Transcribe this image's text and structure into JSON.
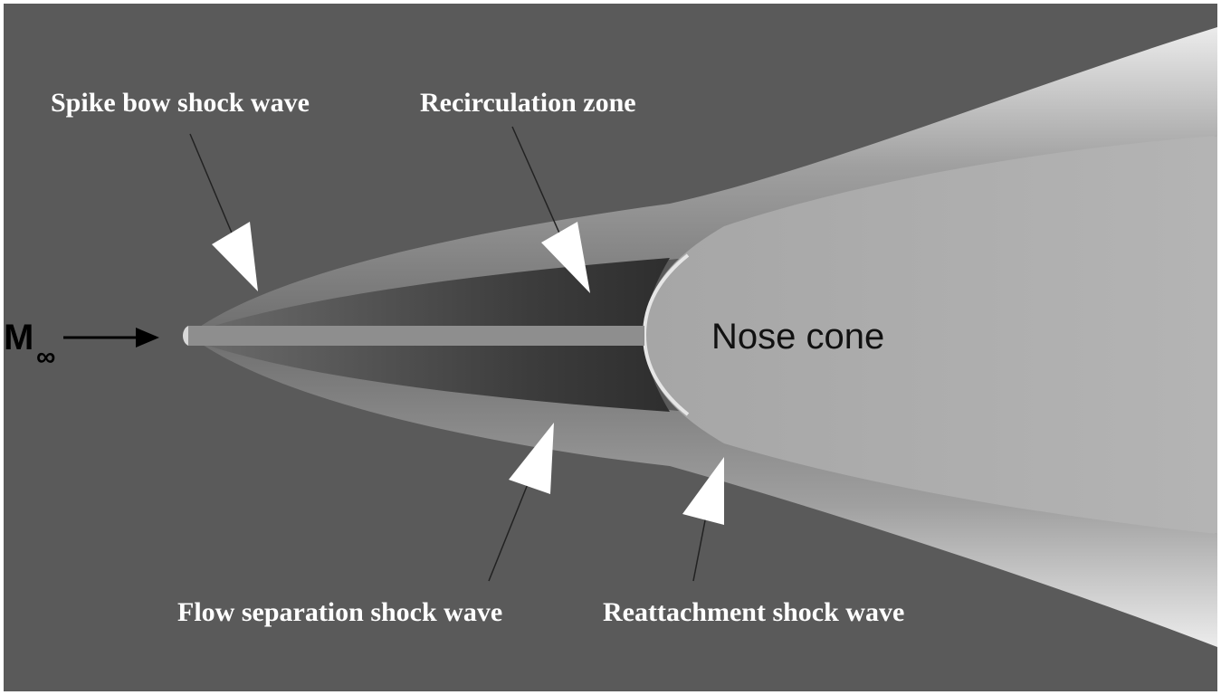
{
  "labels": {
    "spike_bow_shock": "Spike bow shock wave",
    "recirculation_zone": "Recirculation zone",
    "nose_cone": "Nose cone",
    "flow_separation_shock": "Flow separation shock wave",
    "reattachment_shock": "Reattachment shock wave",
    "freestream_symbol": "M",
    "freestream_subscript": "∞"
  },
  "colors": {
    "background": "#5a5a5a",
    "shock_layer": "#9a9a9a",
    "recirculation": "#3a3a3a",
    "nose_cone": "#a8a8a8",
    "spike": "#8c8c8c",
    "label_text": "#ffffff",
    "pointer": "#ffffff"
  }
}
